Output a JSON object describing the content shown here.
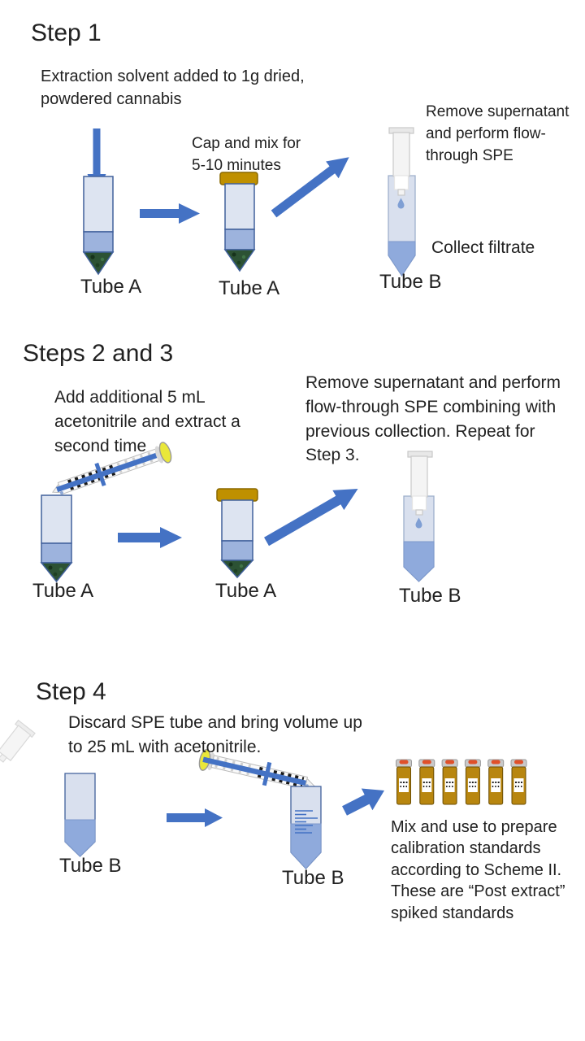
{
  "slide": {
    "background": "#ffffff",
    "description": "Cannabis extraction and SPE clean-up workflow diagram"
  },
  "step1": {
    "title": "Step 1",
    "note_extraction": "Extraction solvent added to 1g dried,\npowdered cannabis",
    "note_cap_mix": "Cap and mix for\n5-10 minutes",
    "note_spe": "Remove supernatant\nand perform flow-\nthrough SPE",
    "note_collect": "Collect filtrate",
    "label_tube_a1": "Tube A",
    "label_tube_a2": "Tube A",
    "label_tube_b": "Tube B"
  },
  "steps23": {
    "title": "Steps 2 and 3",
    "note_add": "Add additional 5 mL\nacetonitrile and extract a\nsecond time",
    "note_spe": "Remove supernatant and perform\nflow-through SPE combining with\nprevious collection. Repeat for\nStep 3.",
    "label_tube_a1": "Tube A",
    "label_tube_a2": "Tube A",
    "label_tube_b": "Tube B"
  },
  "step4": {
    "title": "Step 4",
    "note_discard": "Discard SPE tube and bring volume up\nto 25 mL with acetonitrile.",
    "note_mix": "Mix and use to prepare\ncalibration standards\naccording to Scheme II.\nThese are “Post extract”\nspiked standards",
    "label_tube_b1": "Tube B",
    "label_tube_b2": "Tube B"
  },
  "icons": {
    "conical-tube-icon": "centrifuge tube shape, light blue body with liquid band",
    "cannabis-plug-icon": "dark green mottled cone at tube bottom",
    "tube-cap-icon": "gold screw cap",
    "spe-cartridge-icon": "light grey solid-phase-extraction cartridge",
    "pipette-icon": "serological pipette, striped body, blue rod, yellow bulb",
    "droplet-icon": "blue liquid drop",
    "arrow-icon": "solid blue flow arrow",
    "vial-icon": "amber autosampler vial, grey crimp cap, red septum, white label"
  },
  "colors": {
    "arrow_blue": "#4472c4",
    "tube_body_light": "#dde4f1",
    "tube_a_liquid": "#9db3dd",
    "tube_b_liquid": "#8faadc",
    "tube_a_stroke": "#41619c",
    "tube_b_stroke": "#9fb0cc",
    "cap_gold": "#bf9000",
    "cannabis_green": "#2c5234",
    "spe_grey": "#f4f4f4",
    "pipette_cap_yellow": "#e9e73a",
    "vial_amber": "#b8860f",
    "vial_septum_red": "#e0502a",
    "drop_blue": "#7f9fd4",
    "text": "#212121"
  }
}
